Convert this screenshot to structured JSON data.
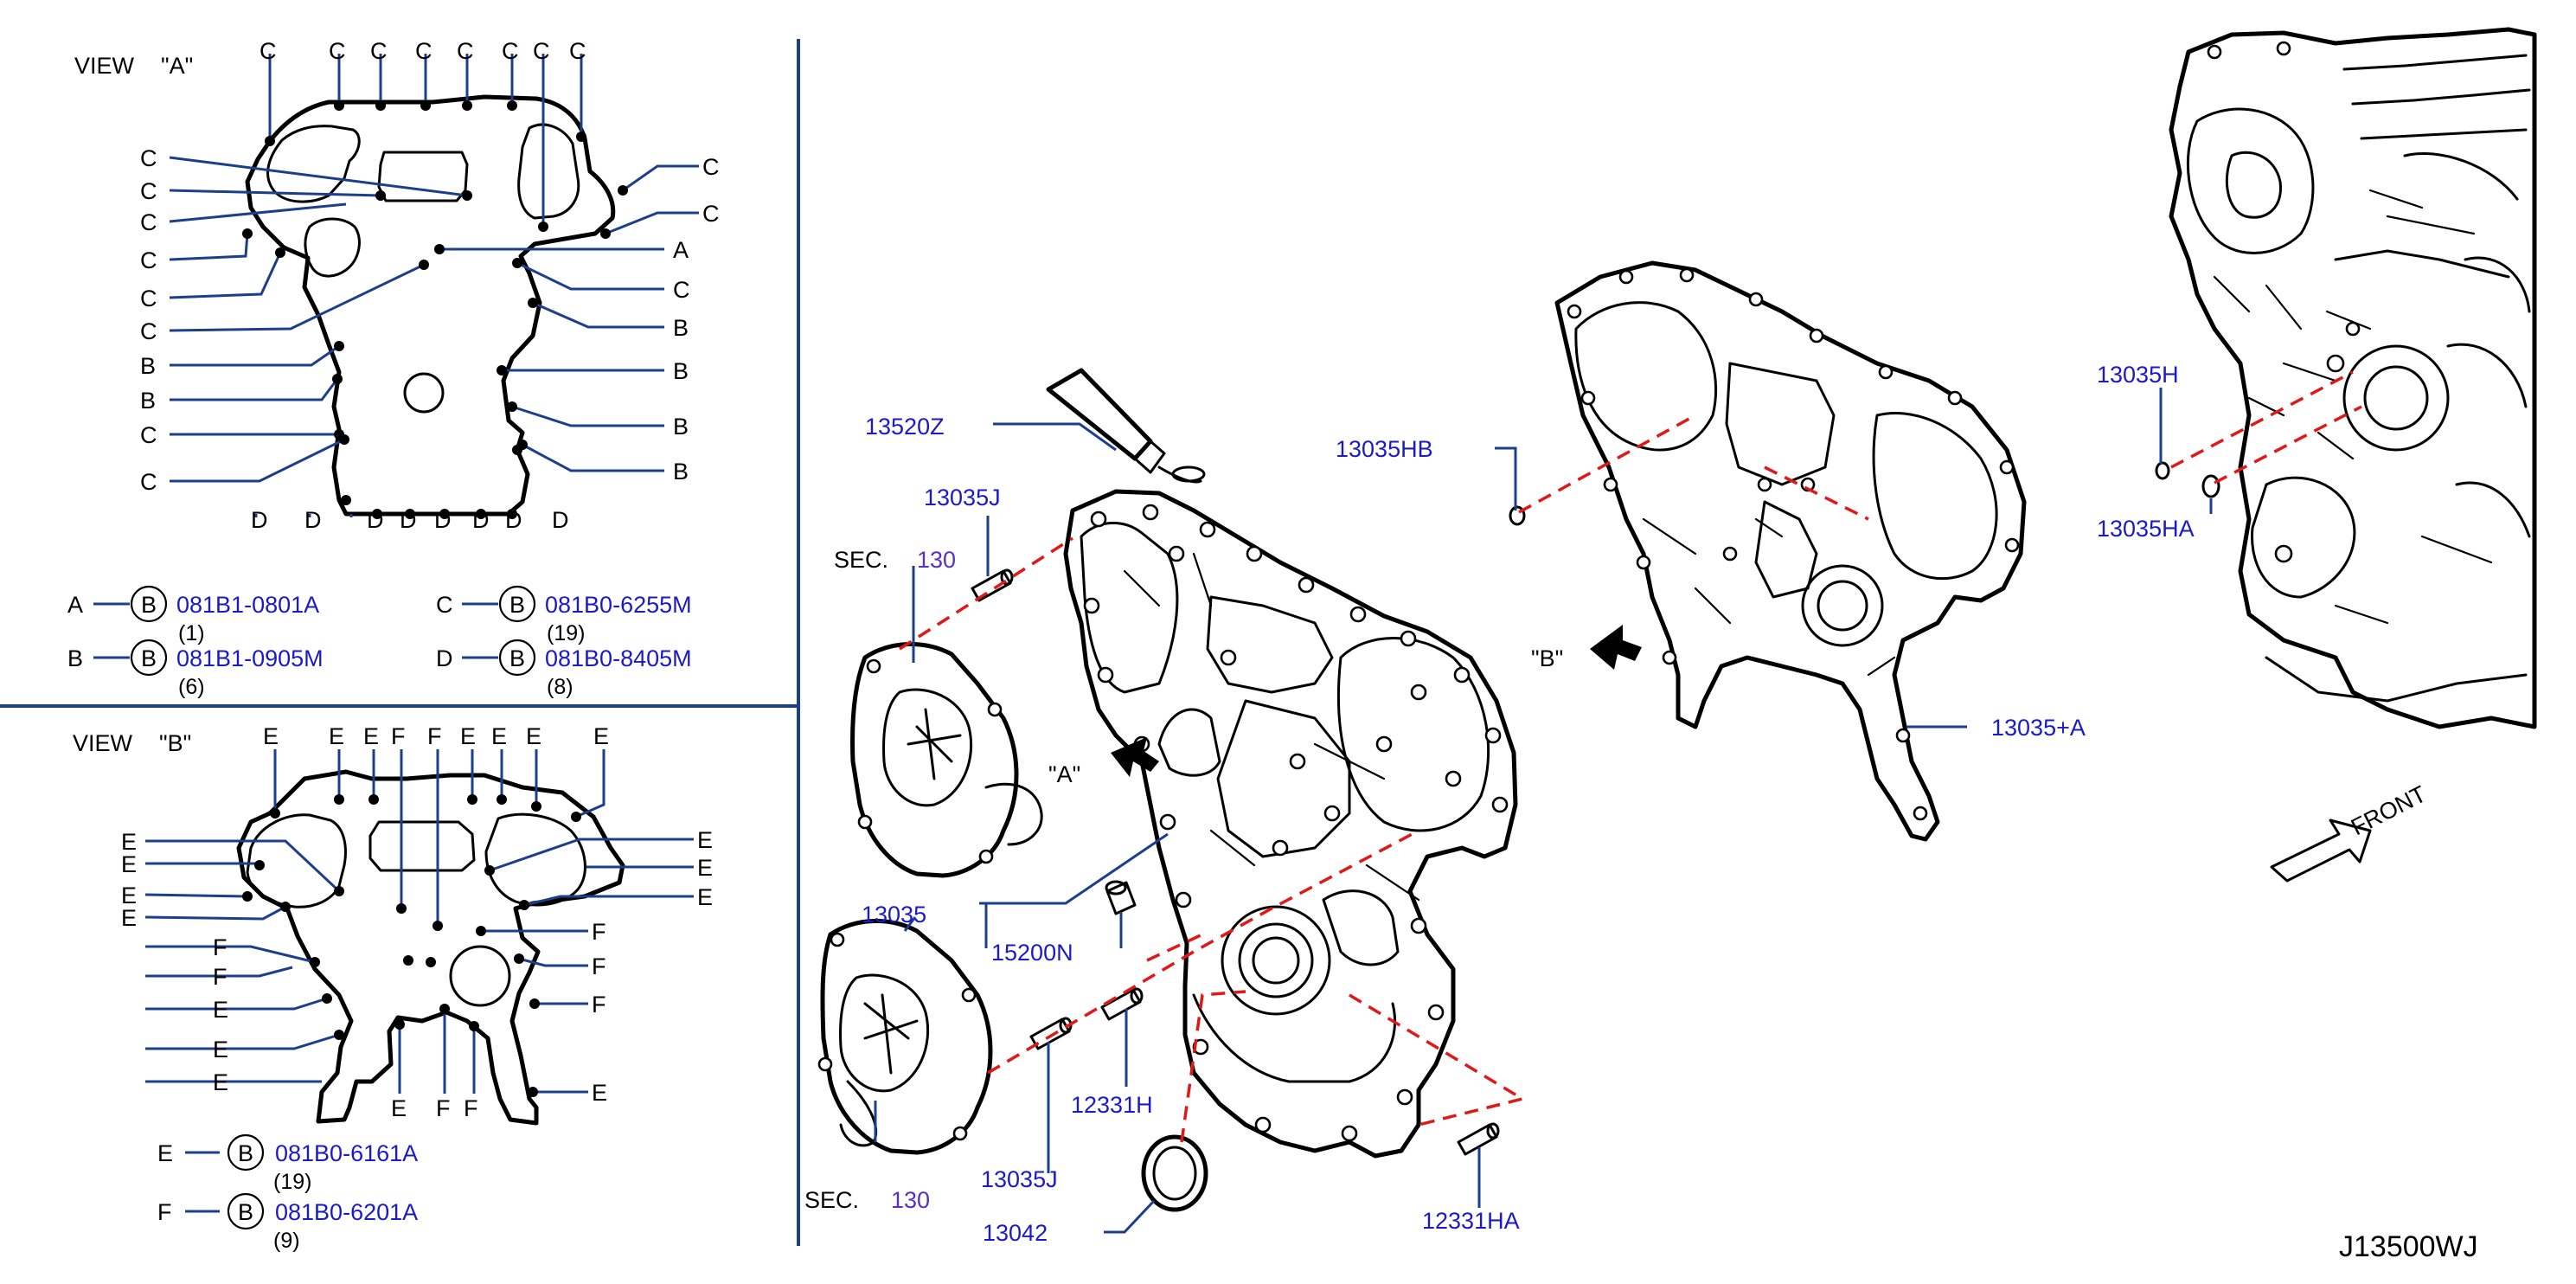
{
  "view_a": {
    "title": "VIEW",
    "title_tag": "\"A\"",
    "letters": {
      "a": "A",
      "b": "B",
      "c": "C",
      "d": "D"
    },
    "legend": [
      {
        "key": "A",
        "circle": "B",
        "part": "081B1-0801A",
        "qty": "(1)"
      },
      {
        "key": "B",
        "circle": "B",
        "part": "081B1-0905M",
        "qty": "(6)"
      },
      {
        "key": "C",
        "circle": "B",
        "part": "081B0-6255M",
        "qty": "(19)"
      },
      {
        "key": "D",
        "circle": "B",
        "part": "081B0-8405M",
        "qty": "(8)"
      }
    ]
  },
  "view_b": {
    "title": "VIEW",
    "title_tag": "\"B\"",
    "letters": {
      "e": "E",
      "f": "F"
    },
    "legend": [
      {
        "key": "E",
        "circle": "B",
        "part": "081B0-6161A",
        "qty": "(19)"
      },
      {
        "key": "F",
        "circle": "B",
        "part": "081B0-6201A",
        "qty": "(9)"
      }
    ]
  },
  "main": {
    "sec_label": "SEC.",
    "sec_num": "130",
    "view_tag_a": "\"A\"",
    "view_tag_b": "\"B\"",
    "parts": {
      "p13520Z": "13520Z",
      "p13035J": "13035J",
      "p13035": "13035",
      "p15200N": "15200N",
      "p12331H": "12331H",
      "p13042": "13042",
      "p12331HA": "12331HA",
      "p13035HB": "13035HB",
      "p13035A": "13035+A",
      "p13035H": "13035H",
      "p13035HA": "13035HA"
    },
    "front_label": "FRONT",
    "diagram_code": "J13500WJ"
  }
}
